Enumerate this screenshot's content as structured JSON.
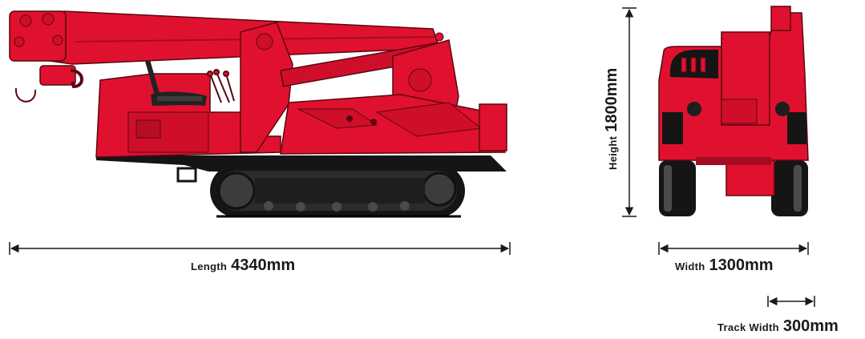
{
  "colors": {
    "body": "#e0112e",
    "body_dark": "#a40c22",
    "line": "#5a0611",
    "track": "#151515",
    "track_highlight": "#4a4a4a",
    "seat": "#222222",
    "dimension_line": "#1a1a1a"
  },
  "icons": {
    "side_view": "crane-side-view",
    "front_view": "crane-front-view"
  },
  "dimensions": {
    "length": {
      "label": "Length",
      "value": "4340mm"
    },
    "height": {
      "label": "Height",
      "value": "1800mm"
    },
    "width": {
      "label": "Width",
      "value": "1300mm"
    },
    "track_width": {
      "label": "Track Width",
      "value": "300mm"
    }
  }
}
